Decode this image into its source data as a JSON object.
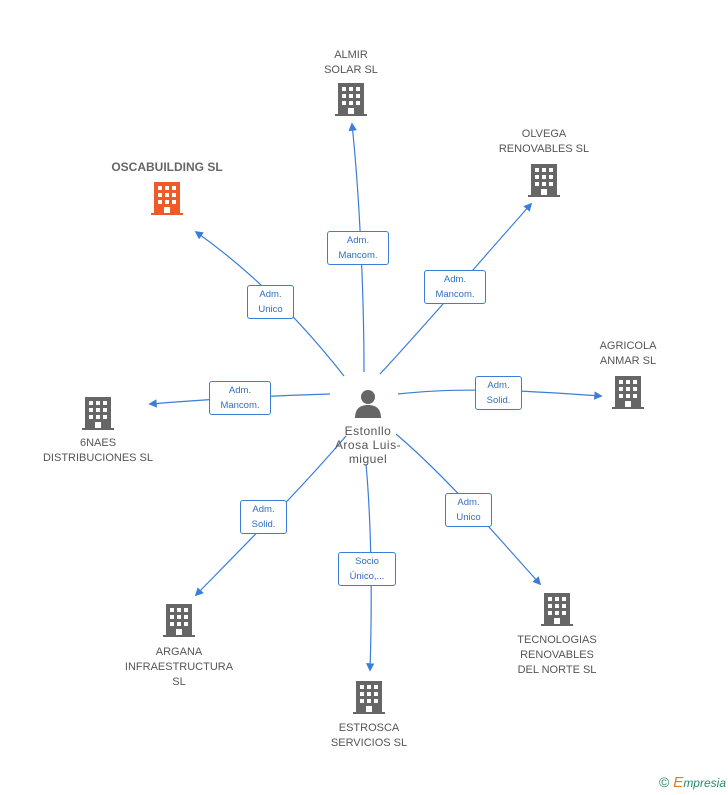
{
  "center": {
    "name": "Estonllo\nArosa Luis-\nmiguel",
    "icon": "person-icon"
  },
  "nodes": [
    {
      "id": "almir",
      "label": "ALMIR\nSOLAR SL"
    },
    {
      "id": "olvega",
      "label": "OLVEGA\nRENOVABLES SL"
    },
    {
      "id": "oscabuilding",
      "label": "OSCABUILDING SL",
      "highlight": true
    },
    {
      "id": "agricola",
      "label": "AGRICOLA\nANMAR SL"
    },
    {
      "id": "6naes",
      "label": "6NAES\nDISTRIBUCIONES SL"
    },
    {
      "id": "argana",
      "label": "ARGANA\nINFRAESTRUCTURA\nSL"
    },
    {
      "id": "estrosca",
      "label": "ESTROSCA\nSERVICIOS SL"
    },
    {
      "id": "tecnologias",
      "label": "TECNOLOGIAS\nRENOVABLES\nDEL NORTE SL"
    }
  ],
  "edges": [
    {
      "to": "almir",
      "label": "Adm.\nMancom."
    },
    {
      "to": "olvega",
      "label": "Adm.\nMancom."
    },
    {
      "to": "oscabuilding",
      "label": "Adm.\nUnico"
    },
    {
      "to": "agricola",
      "label": "Adm.\nSolid."
    },
    {
      "to": "6naes",
      "label": "Adm.\nMancom."
    },
    {
      "to": "argana",
      "label": "Adm.\nSolid."
    },
    {
      "to": "estrosca",
      "label": "Socio\nÚnico,..."
    },
    {
      "to": "tecnologias",
      "label": "Adm.\nUnico"
    }
  ],
  "colors": {
    "edge": "#3b7dd8",
    "building": "#666666",
    "highlight": "#f05a28"
  },
  "footer": {
    "copyright": "©",
    "brand_e": "E",
    "brand_rest": "mpresia"
  }
}
